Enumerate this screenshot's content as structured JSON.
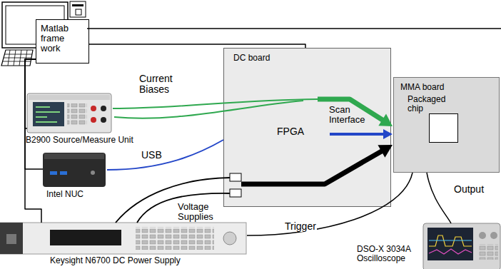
{
  "diagram": {
    "nodes": [
      {
        "text": [
          "Matlab frame work"
        ]
      },
      {
        "text": [
          "DC board",
          "FPGA"
        ]
      },
      {
        "text": [
          "B2900 Source/Measure Unit"
        ]
      },
      {
        "text": [
          "MMA board"
        ]
      },
      {
        "text": [
          "Packaged chip"
        ],
        "in": 3
      },
      {
        "text": [
          "Intel NUC"
        ]
      },
      {
        "text": [
          "Keysight N6700 DC Power Supply"
        ]
      },
      {
        "text": [
          "DSO-X 3034A Oscilloscope"
        ]
      }
    ],
    "edges": [
      {
        "from": 0,
        "to": 1,
        "arrow": "none"
      },
      {
        "from": 0,
        "to": 2,
        "arrow": "none"
      },
      {
        "from": 0,
        "to": 5,
        "arrow": "none"
      },
      {
        "from": 0,
        "to": 6,
        "arrow": "none"
      },
      {
        "from": 2,
        "to": 3,
        "label": "Current Biases",
        "arrow": "to"
      },
      {
        "from": 1,
        "to": 3,
        "label": "Scan Interface",
        "arrow": "to"
      },
      {
        "from": 5,
        "to": 1,
        "label": "USB",
        "arrow": "none"
      },
      {
        "from": 6,
        "to": 1,
        "label": "Voltage Supplies",
        "arrow": "none"
      },
      {
        "from": 1,
        "to": 3,
        "arrow": "to"
      },
      {
        "from": 6,
        "to": 3,
        "label": "Trigger",
        "arrow": "none"
      },
      {
        "from": 3,
        "to": 7,
        "label": "Output",
        "arrow": "none"
      }
    ]
  }
}
